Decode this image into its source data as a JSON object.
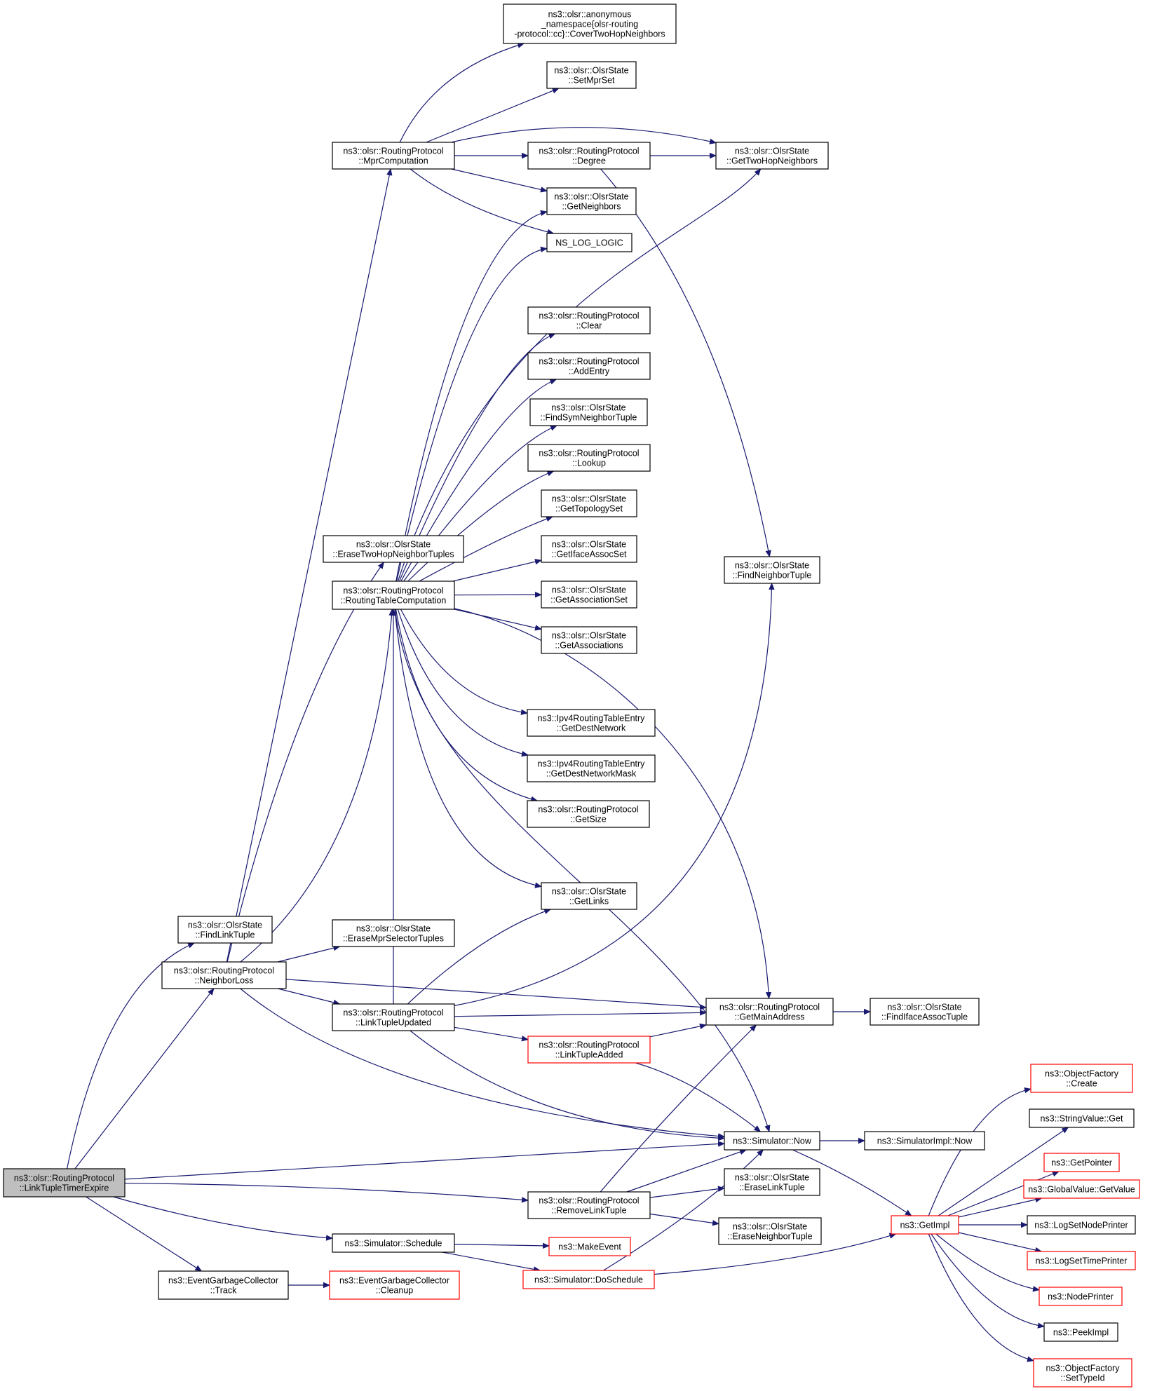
{
  "colors": {
    "edge": "#191970",
    "box_border": "#000000",
    "box_border_truncated": "#ff0000",
    "box_fill": "#ffffff",
    "root_fill": "#bfbfbf",
    "text": "#000000"
  },
  "nodes": [
    {
      "id": "root",
      "lines": [
        "ns3::olsr::RoutingProtocol",
        "::LinkTupleTimerExpire"
      ],
      "root": true
    },
    {
      "id": "cover",
      "lines": [
        "ns3::olsr::anonymous",
        "_namespace{olsr-routing",
        "-protocol::cc}::CoverTwoHopNeighbors"
      ]
    },
    {
      "id": "setmpr",
      "lines": [
        "ns3::olsr::OlsrState",
        "::SetMprSet"
      ]
    },
    {
      "id": "mprcomp",
      "lines": [
        "ns3::olsr::RoutingProtocol",
        "::MprComputation"
      ]
    },
    {
      "id": "degree",
      "lines": [
        "ns3::olsr::RoutingProtocol",
        "::Degree"
      ]
    },
    {
      "id": "gettwohop",
      "lines": [
        "ns3::olsr::OlsrState",
        "::GetTwoHopNeighbors"
      ]
    },
    {
      "id": "getneigh",
      "lines": [
        "ns3::olsr::OlsrState",
        "::GetNeighbors"
      ]
    },
    {
      "id": "nslog",
      "lines": [
        "NS_LOG_LOGIC"
      ]
    },
    {
      "id": "clear",
      "lines": [
        "ns3::olsr::RoutingProtocol",
        "::Clear"
      ]
    },
    {
      "id": "addentry",
      "lines": [
        "ns3::olsr::RoutingProtocol",
        "::AddEntry"
      ]
    },
    {
      "id": "findsym",
      "lines": [
        "ns3::olsr::OlsrState",
        "::FindSymNeighborTuple"
      ]
    },
    {
      "id": "lookup",
      "lines": [
        "ns3::olsr::RoutingProtocol",
        "::Lookup"
      ]
    },
    {
      "id": "gettopo",
      "lines": [
        "ns3::olsr::OlsrState",
        "::GetTopologySet"
      ]
    },
    {
      "id": "erasetwohop",
      "lines": [
        "ns3::olsr::OlsrState",
        "::EraseTwoHopNeighborTuples"
      ]
    },
    {
      "id": "getiface",
      "lines": [
        "ns3::olsr::OlsrState",
        "::GetIfaceAssocSet"
      ]
    },
    {
      "id": "rtcomp",
      "lines": [
        "ns3::olsr::RoutingProtocol",
        "::RoutingTableComputation"
      ]
    },
    {
      "id": "findneigh",
      "lines": [
        "ns3::olsr::OlsrState",
        "::FindNeighborTuple"
      ]
    },
    {
      "id": "getassocset",
      "lines": [
        "ns3::olsr::OlsrState",
        "::GetAssociationSet"
      ]
    },
    {
      "id": "getassocs",
      "lines": [
        "ns3::olsr::OlsrState",
        "::GetAssociations"
      ]
    },
    {
      "id": "getdestnet",
      "lines": [
        "ns3::Ipv4RoutingTableEntry",
        "::GetDestNetwork"
      ]
    },
    {
      "id": "getdestmask",
      "lines": [
        "ns3::Ipv4RoutingTableEntry",
        "::GetDestNetworkMask"
      ]
    },
    {
      "id": "getsize",
      "lines": [
        "ns3::olsr::RoutingProtocol",
        "::GetSize"
      ]
    },
    {
      "id": "getlinks",
      "lines": [
        "ns3::olsr::OlsrState",
        "::GetLinks"
      ]
    },
    {
      "id": "findlink",
      "lines": [
        "ns3::olsr::OlsrState",
        "::FindLinkTuple"
      ]
    },
    {
      "id": "erasempr",
      "lines": [
        "ns3::olsr::OlsrState",
        "::EraseMprSelectorTuples"
      ]
    },
    {
      "id": "neighloss",
      "lines": [
        "ns3::olsr::RoutingProtocol",
        "::NeighborLoss"
      ]
    },
    {
      "id": "linkupd",
      "lines": [
        "ns3::olsr::RoutingProtocol",
        "::LinkTupleUpdated"
      ]
    },
    {
      "id": "getmain",
      "lines": [
        "ns3::olsr::RoutingProtocol",
        "::GetMainAddress"
      ]
    },
    {
      "id": "findifaceassoc",
      "lines": [
        "ns3::olsr::OlsrState",
        "::FindIfaceAssocTuple"
      ]
    },
    {
      "id": "linkadded",
      "lines": [
        "ns3::olsr::RoutingProtocol",
        "::LinkTupleAdded"
      ],
      "truncated": true
    },
    {
      "id": "ofcreate",
      "lines": [
        "ns3::ObjectFactory",
        "::Create"
      ],
      "truncated": true
    },
    {
      "id": "strget",
      "lines": [
        "ns3::StringValue::Get"
      ]
    },
    {
      "id": "simnow",
      "lines": [
        "ns3::Simulator::Now"
      ]
    },
    {
      "id": "simimplnow",
      "lines": [
        "ns3::SimulatorImpl::Now"
      ]
    },
    {
      "id": "getptr",
      "lines": [
        "ns3::GetPointer"
      ],
      "truncated": true
    },
    {
      "id": "eraselink",
      "lines": [
        "ns3::olsr::OlsrState",
        "::EraseLinkTuple"
      ]
    },
    {
      "id": "globget",
      "lines": [
        "ns3::GlobalValue::GetValue"
      ],
      "truncated": true
    },
    {
      "id": "removelink",
      "lines": [
        "ns3::olsr::RoutingProtocol",
        "::RemoveLinkTuple"
      ]
    },
    {
      "id": "getimpl",
      "lines": [
        "ns3::GetImpl"
      ],
      "truncated": true
    },
    {
      "id": "lognode",
      "lines": [
        "ns3::LogSetNodePrinter"
      ]
    },
    {
      "id": "eraseneigh",
      "lines": [
        "ns3::olsr::OlsrState",
        "::EraseNeighborTuple"
      ]
    },
    {
      "id": "simsched",
      "lines": [
        "ns3::Simulator::Schedule"
      ]
    },
    {
      "id": "makeevent",
      "lines": [
        "ns3::MakeEvent"
      ],
      "truncated": true
    },
    {
      "id": "logtime",
      "lines": [
        "ns3::LogSetTimePrinter"
      ],
      "truncated": true
    },
    {
      "id": "egctrack",
      "lines": [
        "ns3::EventGarbageCollector",
        "::Track"
      ]
    },
    {
      "id": "egcclean",
      "lines": [
        "ns3::EventGarbageCollector",
        "::Cleanup"
      ],
      "truncated": true
    },
    {
      "id": "dosched",
      "lines": [
        "ns3::Simulator::DoSchedule"
      ],
      "truncated": true
    },
    {
      "id": "nodeprinter",
      "lines": [
        "ns3::NodePrinter"
      ],
      "truncated": true
    },
    {
      "id": "peekimpl",
      "lines": [
        "ns3::PeekImpl"
      ]
    },
    {
      "id": "ofsettype",
      "lines": [
        "ns3::ObjectFactory",
        "::SetTypeId"
      ],
      "truncated": true
    }
  ],
  "edges": [
    [
      "root",
      "findlink"
    ],
    [
      "root",
      "neighloss"
    ],
    [
      "root",
      "simnow"
    ],
    [
      "root",
      "removelink"
    ],
    [
      "root",
      "simsched"
    ],
    [
      "root",
      "egctrack"
    ],
    [
      "mprcomp",
      "cover"
    ],
    [
      "mprcomp",
      "setmpr"
    ],
    [
      "mprcomp",
      "degree"
    ],
    [
      "mprcomp",
      "gettwohop"
    ],
    [
      "mprcomp",
      "getneigh"
    ],
    [
      "mprcomp",
      "nslog"
    ],
    [
      "degree",
      "gettwohop"
    ],
    [
      "degree",
      "findneigh"
    ],
    [
      "rtcomp",
      "getneigh"
    ],
    [
      "rtcomp",
      "nslog"
    ],
    [
      "rtcomp",
      "gettwohop"
    ],
    [
      "rtcomp",
      "clear"
    ],
    [
      "rtcomp",
      "addentry"
    ],
    [
      "rtcomp",
      "findsym"
    ],
    [
      "rtcomp",
      "lookup"
    ],
    [
      "rtcomp",
      "gettopo"
    ],
    [
      "rtcomp",
      "getiface"
    ],
    [
      "rtcomp",
      "getassocset"
    ],
    [
      "rtcomp",
      "getassocs"
    ],
    [
      "rtcomp",
      "getmain"
    ],
    [
      "rtcomp",
      "getdestnet"
    ],
    [
      "rtcomp",
      "getdestmask"
    ],
    [
      "rtcomp",
      "getsize"
    ],
    [
      "rtcomp",
      "getlinks"
    ],
    [
      "rtcomp",
      "simnow"
    ],
    [
      "neighloss",
      "mprcomp"
    ],
    [
      "neighloss",
      "erasetwohop"
    ],
    [
      "neighloss",
      "rtcomp"
    ],
    [
      "neighloss",
      "erasempr"
    ],
    [
      "neighloss",
      "linkupd"
    ],
    [
      "neighloss",
      "getmain"
    ],
    [
      "neighloss",
      "simnow"
    ],
    [
      "linkupd",
      "rtcomp"
    ],
    [
      "linkupd",
      "getlinks"
    ],
    [
      "linkupd",
      "findneigh"
    ],
    [
      "linkupd",
      "getmain"
    ],
    [
      "linkupd",
      "linkadded"
    ],
    [
      "linkupd",
      "simnow"
    ],
    [
      "linkadded",
      "getmain"
    ],
    [
      "linkadded",
      "simnow"
    ],
    [
      "getmain",
      "findifaceassoc"
    ],
    [
      "simnow",
      "simimplnow"
    ],
    [
      "simnow",
      "getimpl"
    ],
    [
      "removelink",
      "getmain"
    ],
    [
      "removelink",
      "simnow"
    ],
    [
      "removelink",
      "eraselink"
    ],
    [
      "removelink",
      "eraseneigh"
    ],
    [
      "simsched",
      "makeevent"
    ],
    [
      "simsched",
      "dosched"
    ],
    [
      "egctrack",
      "egcclean"
    ],
    [
      "dosched",
      "simnow"
    ],
    [
      "dosched",
      "getimpl"
    ],
    [
      "getimpl",
      "ofcreate"
    ],
    [
      "getimpl",
      "strget"
    ],
    [
      "getimpl",
      "getptr"
    ],
    [
      "getimpl",
      "globget"
    ],
    [
      "getimpl",
      "lognode"
    ],
    [
      "getimpl",
      "logtime"
    ],
    [
      "getimpl",
      "nodeprinter"
    ],
    [
      "getimpl",
      "peekimpl"
    ],
    [
      "getimpl",
      "ofsettype"
    ]
  ]
}
